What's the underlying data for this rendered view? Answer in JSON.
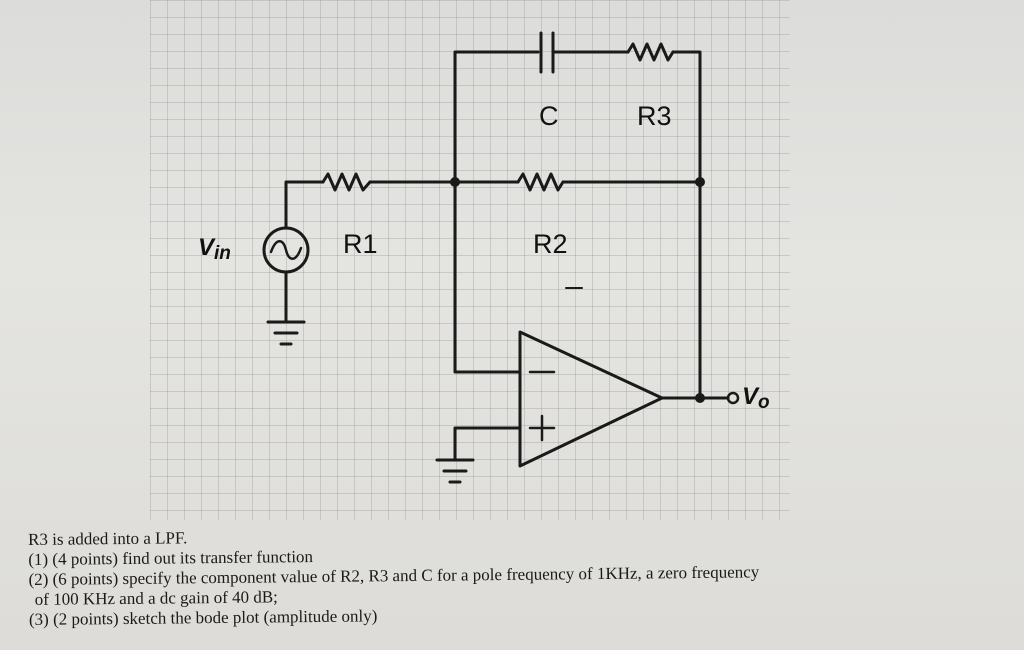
{
  "labels": {
    "vin_main": "V",
    "vin_sub": "in",
    "vo_main": "V",
    "vo_sub": "o",
    "r1": "R1",
    "r2": "R2",
    "r3": "R3",
    "c": "C",
    "minus": "−",
    "plus": "+"
  },
  "problem": {
    "line1": "R3 is added into a LPF.",
    "line2": "(1) (4 points) find out its transfer function",
    "line3": "(2) (6 points) specify the component value of R2, R3 and C for a pole frequency of 1KHz, a zero frequency",
    "line4": "of 100 KHz and a dc gain of 40 dB;",
    "line5": "(3) (2 points) sketch the bode plot (amplitude only)"
  }
}
